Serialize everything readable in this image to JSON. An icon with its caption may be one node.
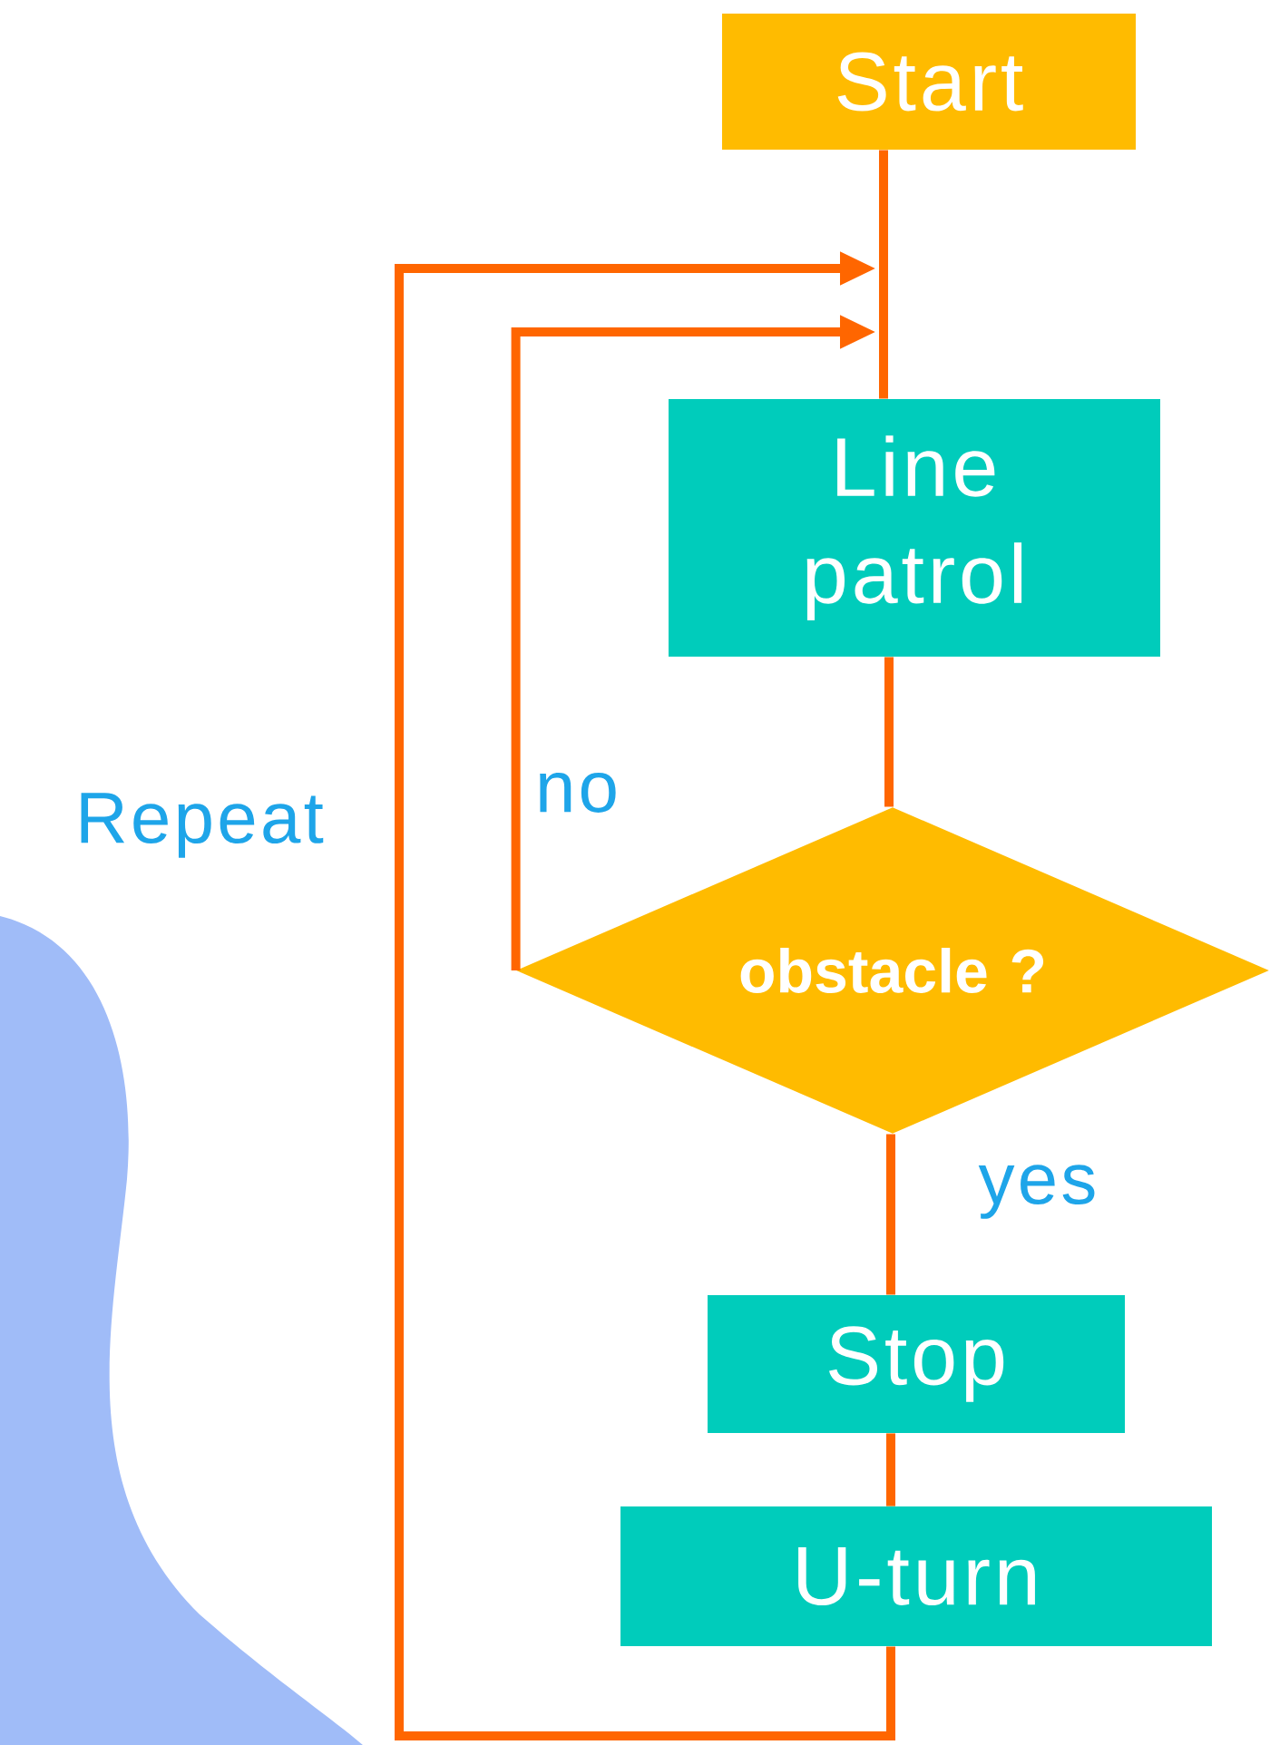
{
  "diagram": {
    "nodes": [
      {
        "text": [
          "Start"
        ]
      },
      {
        "text": [
          "Line patrol"
        ]
      },
      {
        "text": [
          "obstacle ?"
        ]
      },
      {
        "text": [
          "Stop"
        ]
      },
      {
        "text": [
          "U-turn"
        ]
      }
    ],
    "edges": [
      {
        "from": 0,
        "to": 1,
        "arrow": "none"
      },
      {
        "from": 2,
        "to": null,
        "arrow": "to",
        "label": "no"
      },
      {
        "from": 1,
        "to": 2,
        "arrow": "none"
      },
      {
        "from": 2,
        "to": 3,
        "arrow": "none",
        "label": "yes"
      },
      {
        "from": 3,
        "to": 4,
        "arrow": "none"
      },
      {
        "from": 4,
        "to": null,
        "arrow": "to",
        "label": "Repeat"
      }
    ]
  }
}
